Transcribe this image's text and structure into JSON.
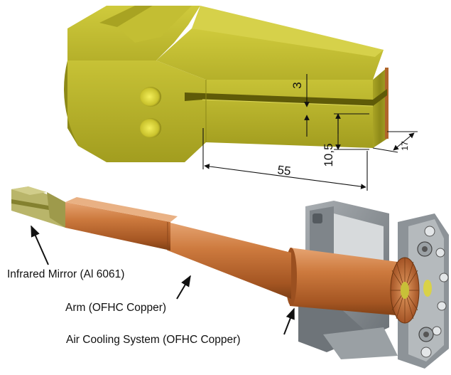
{
  "dimensions": {
    "d3": "3",
    "d10_5": "10,5",
    "d55": "55",
    "d17": "17"
  },
  "callouts": {
    "mirror": "Infrared Mirror (Al 6061)",
    "arm": "Arm (OFHC Copper)",
    "cooling": "Air Cooling System (OFHC Copper)"
  },
  "colors": {
    "brass": "#b8b32a",
    "copper": "#c8733a",
    "steel": "#8a9095"
  }
}
